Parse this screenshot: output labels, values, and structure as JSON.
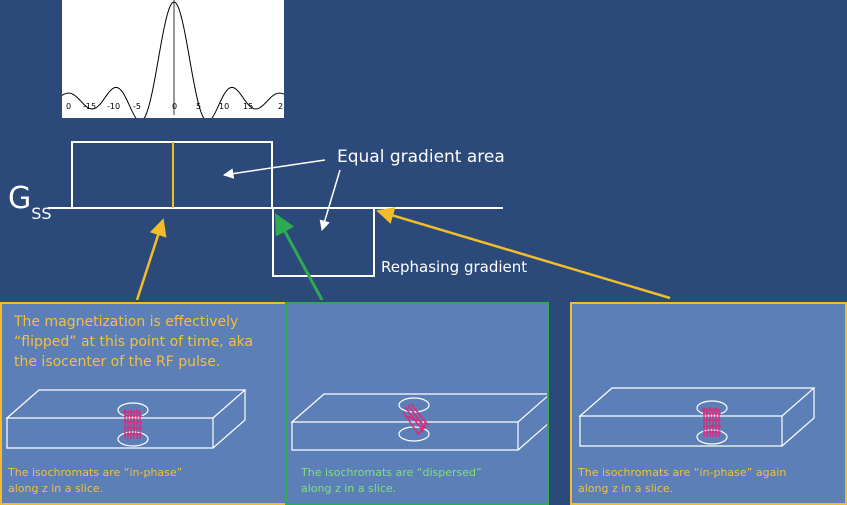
{
  "sinc_plot": {
    "tick_labels": [
      "0",
      "-15",
      "-10",
      "-5",
      "0",
      "5",
      "10",
      "15",
      "2"
    ]
  },
  "diagram": {
    "gss_main": "G",
    "gss_sub": "SS",
    "equal_area_label": "Equal gradient area",
    "rephasing_label": "Rephasing gradient"
  },
  "panels": {
    "left": {
      "title": "The magnetization is effectively “flipped” at this point of time,  aka the isocenter of the RF pulse.",
      "caption_line1": "The isochromats are “in-phase”",
      "caption_line2": "along z in a slice."
    },
    "middle": {
      "caption_line1": "The isochromats are “dispersed”",
      "caption_line2": "along z in a slice."
    },
    "right": {
      "caption_line1": "The isochromats are “in-phase” again",
      "caption_line2": "along z in a slice."
    }
  },
  "colors": {
    "background": "#2b4a7a",
    "panel": "#5b7fb6",
    "orange": "#f1bd2a",
    "green": "#2eaa52",
    "pink": "#e0287a",
    "white": "#ffffff"
  }
}
